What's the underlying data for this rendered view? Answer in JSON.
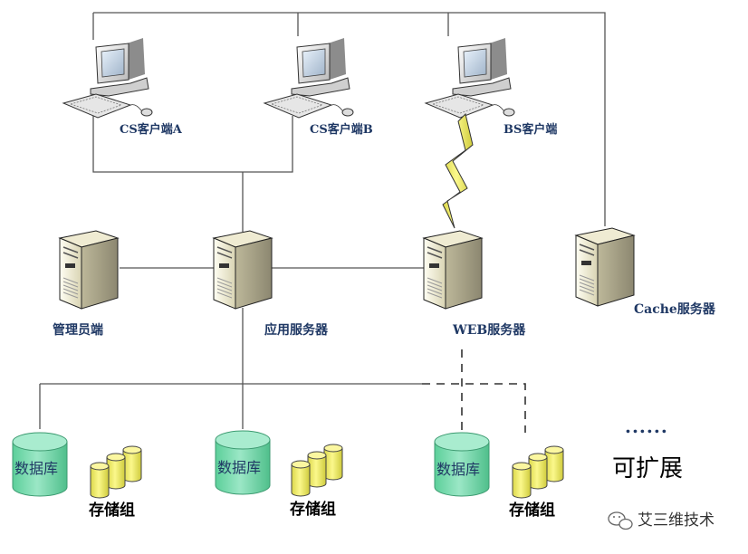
{
  "clients": {
    "cs_a": "CS客户端A",
    "cs_b": "CS客户端B",
    "bs": "BS客户端"
  },
  "servers": {
    "admin": "管理员端",
    "app": "应用服务器",
    "web": "WEB服务器",
    "cache": "Cache服务器"
  },
  "storage": [
    {
      "db": "数据库",
      "group": "存储组"
    },
    {
      "db": "数据库",
      "group": "存储组"
    },
    {
      "db": "数据库",
      "group": "存储组"
    }
  ],
  "extensible": {
    "ellipsis": "......",
    "label": "可扩展"
  },
  "watermark": "艾三维技术",
  "colors": {
    "db_fill": "#7fd8b0",
    "store_fill": "#f2ef6a",
    "lightning": "#ffff00",
    "label": "#1f3864"
  }
}
